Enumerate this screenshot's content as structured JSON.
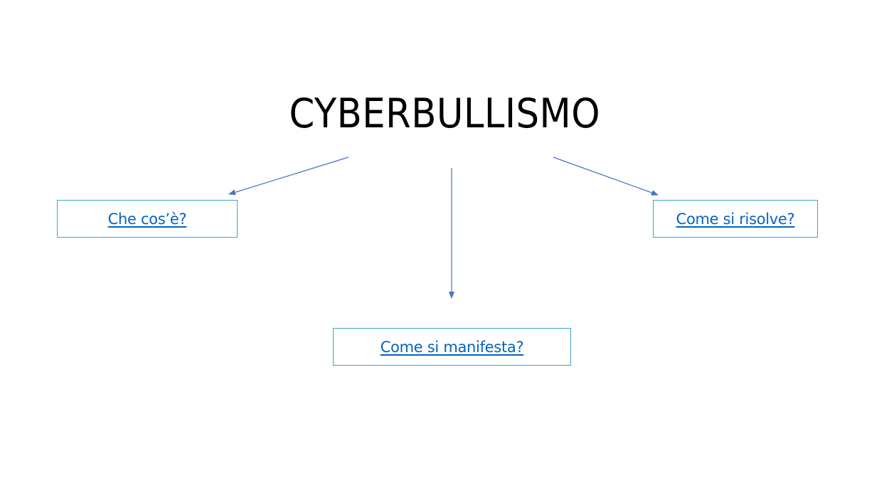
{
  "slide": {
    "title": "CYBERBULLISMO",
    "links": {
      "what": "Che cos’è?",
      "how_manifests": "Come si manifesta?",
      "how_solved": "Come si risolve?"
    }
  },
  "colors": {
    "title_text": "#000000",
    "link_text": "#0563c1",
    "box_border": "#3aa6c5",
    "arrow": "#4472c4",
    "background": "#ffffff"
  }
}
